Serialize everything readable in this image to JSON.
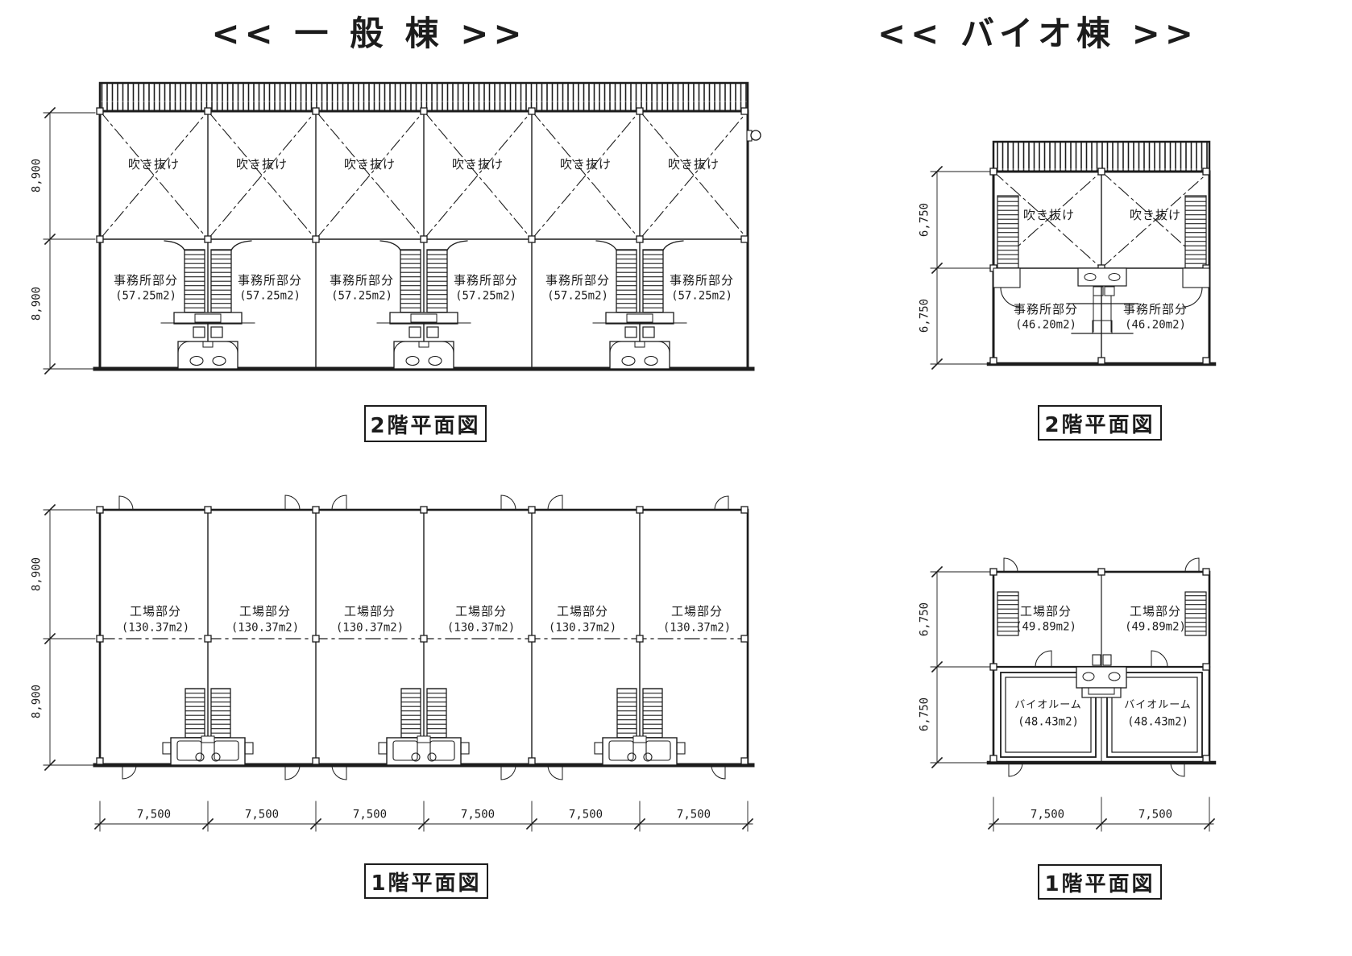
{
  "document": {
    "paper_color": "#ffffff",
    "ink_color": "#1c1c1c"
  },
  "general_wing": {
    "title": "<< 一 般 棟 >>",
    "floor2": {
      "caption": "2階平面図",
      "atrium_label": "吹き抜け",
      "office": {
        "name": "事務所部分",
        "area": "(57.25m2)"
      },
      "dim_left": [
        "8,900",
        "8,900"
      ]
    },
    "floor1": {
      "caption": "1階平面図",
      "factory": {
        "name": "工場部分",
        "area": "(130.37m2)"
      },
      "dim_left": [
        "8,900",
        "8,900"
      ],
      "dim_bottom": [
        "7,500",
        "7,500",
        "7,500",
        "7,500",
        "7,500",
        "7,500"
      ]
    }
  },
  "bio_wing": {
    "title": "<< バイオ棟 >>",
    "floor2": {
      "caption": "2階平面図",
      "atrium_label": "吹き抜け",
      "office": {
        "name": "事務所部分",
        "area": "(46.20m2)"
      },
      "dim_left": [
        "6,750",
        "6,750"
      ]
    },
    "floor1": {
      "caption": "1階平面図",
      "factory": {
        "name": "工場部分",
        "area": "(49.89m2)"
      },
      "bio_room": {
        "name": "バイオルーム",
        "area": "(48.43m2)"
      },
      "dim_left": [
        "6,750",
        "6,750"
      ],
      "dim_bottom": [
        "7,500",
        "7,500"
      ]
    }
  }
}
